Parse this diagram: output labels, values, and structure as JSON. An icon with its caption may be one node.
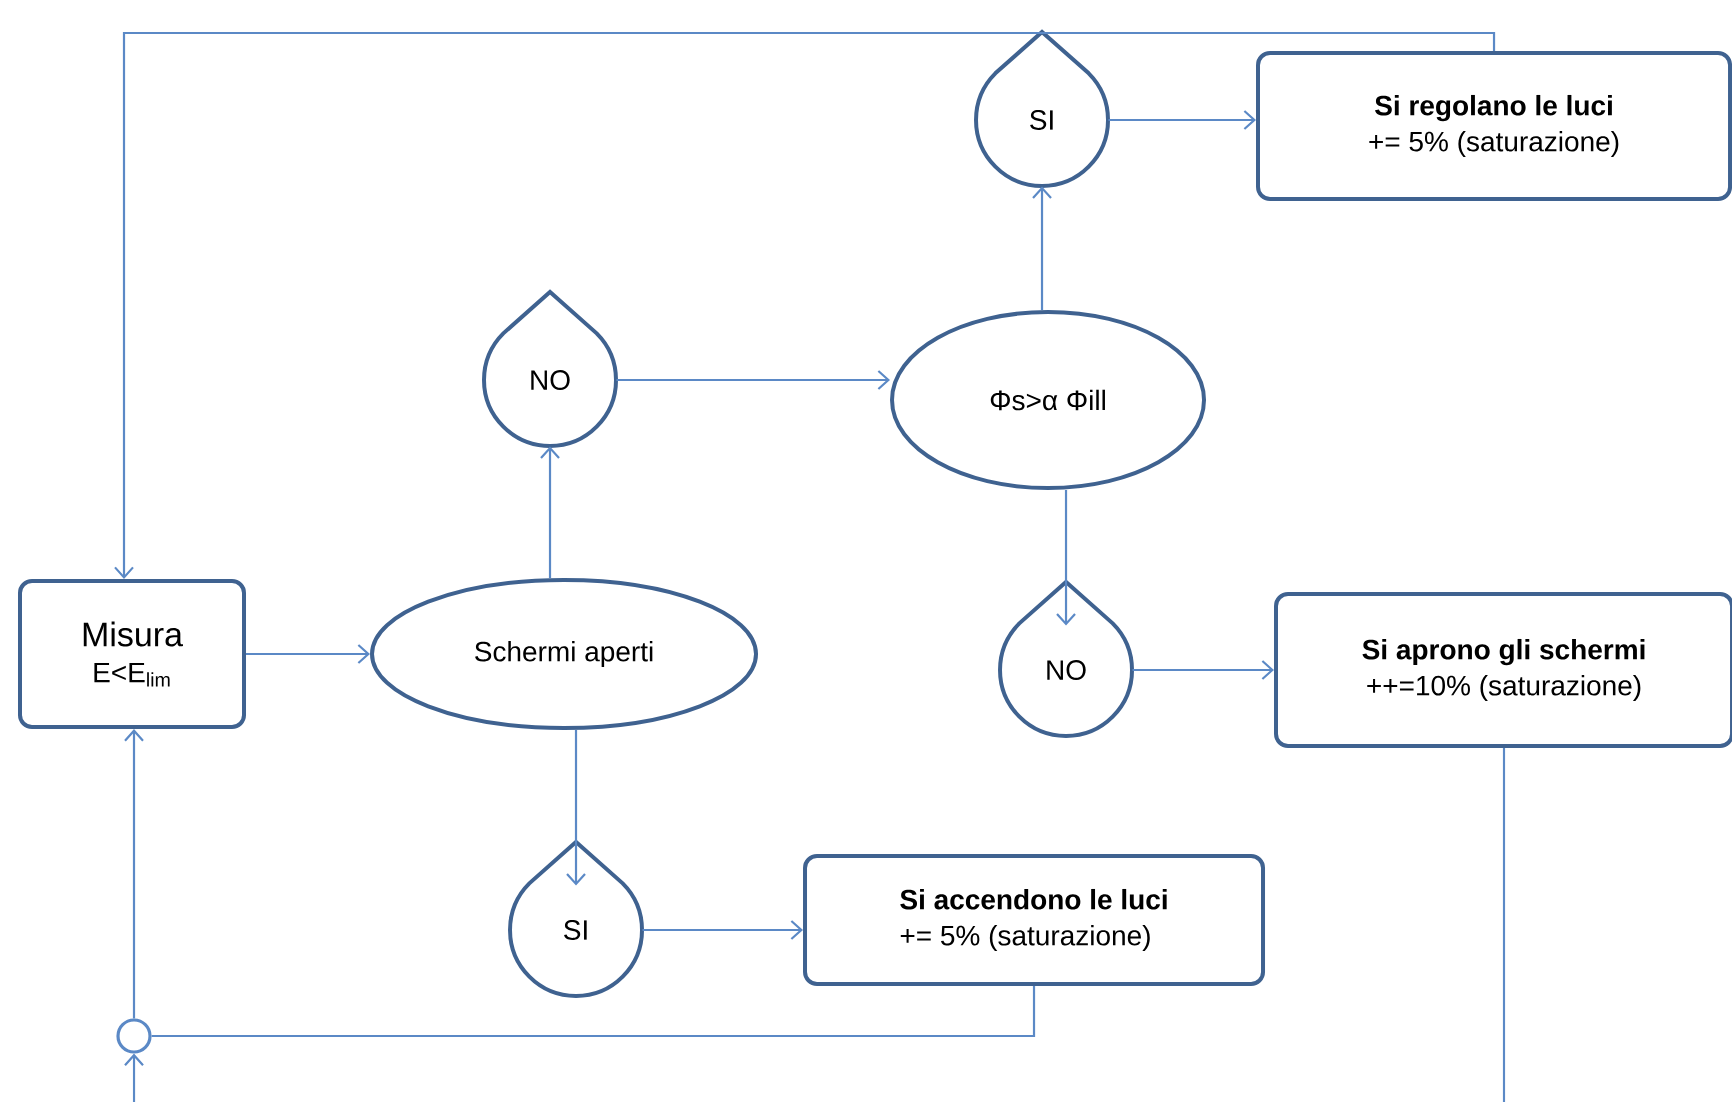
{
  "diagram": {
    "nodes": [
      {
        "text": [
          "Misura",
          "E<E$_{lim}$"
        ]
      },
      {
        "text": [
          "Schermi aperti"
        ]
      },
      {
        "text": [
          "NO"
        ]
      },
      {
        "text": [
          "Φs>α Φill"
        ]
      },
      {
        "text": [
          "SI"
        ]
      },
      {
        "text": [
          "Si regolano le luci",
          "+= 5% (saturazione)"
        ]
      },
      {
        "text": [
          "NO"
        ]
      },
      {
        "text": [
          "Si aprono gli schermi",
          "++=10% (saturazione)"
        ]
      },
      {
        "text": [
          "SI"
        ]
      },
      {
        "text": [
          "Si accendono le luci",
          "+= 5% (saturazione)"
        ]
      },
      {
        "text": [],
        "shape": "circle"
      }
    ],
    "edges": [
      {
        "from": 0,
        "to": 1,
        "arrow": "to"
      },
      {
        "from": 1,
        "to": 2,
        "arrow": "to"
      },
      {
        "from": 2,
        "to": 3,
        "arrow": "to"
      },
      {
        "from": 3,
        "to": 4,
        "arrow": "to"
      },
      {
        "from": 4,
        "to": 5,
        "arrow": "to"
      },
      {
        "from": 3,
        "to": 6,
        "arrow": "to"
      },
      {
        "from": 6,
        "to": 7,
        "arrow": "to"
      },
      {
        "from": 1,
        "to": 8,
        "arrow": "to"
      },
      {
        "from": 8,
        "to": 9,
        "arrow": "to"
      },
      {
        "from": 9,
        "to": 10,
        "arrow": "none"
      },
      {
        "from": 10,
        "to": 0,
        "arrow": "to"
      },
      {
        "from": null,
        "to": 10,
        "arrow": "to"
      },
      {
        "from": 7,
        "to": null,
        "arrow": "none"
      },
      {
        "from": 5,
        "to": 0,
        "arrow": "to"
      }
    ]
  }
}
